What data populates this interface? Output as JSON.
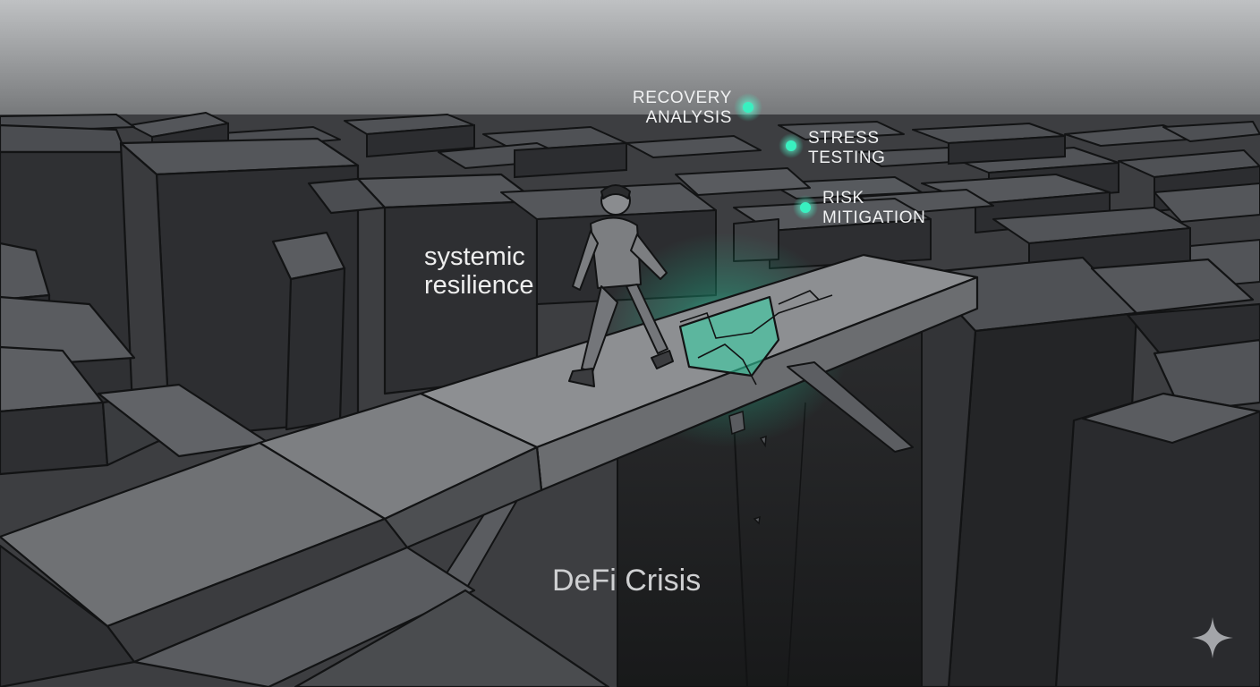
{
  "scene": {
    "accent_color": "#39f0c0",
    "sky_top": "#bfc1c3",
    "sky_bottom": "#77797b",
    "block_top": "#525458",
    "block_front": "#2a2b2d",
    "outline": "#121314"
  },
  "callouts": [
    {
      "line1": "RECOVERY",
      "line2": "ANALYSIS"
    },
    {
      "line1": "STRESS",
      "line2": "TESTING"
    },
    {
      "line1": "RISK",
      "line2": "MITIGATION"
    }
  ],
  "labels": {
    "left_line1": "systemic",
    "left_line2": "resilience",
    "bottom": "DeFi Crisis"
  },
  "icons": {
    "watermark": "sparkle-icon"
  }
}
